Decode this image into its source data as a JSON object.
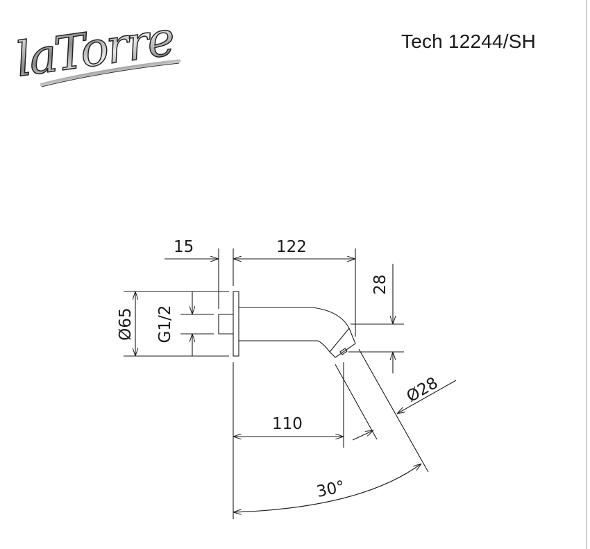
{
  "logo": {
    "text": "laTorre"
  },
  "header": {
    "model": "Tech 12244/SH"
  },
  "dimensions": {
    "thread_depth": "15",
    "projection": "122",
    "outlet_drop": "28",
    "plate_diameter": "Ø65",
    "thread": "G1/2",
    "outlet_reach": "110",
    "outlet_diameter": "Ø28",
    "angle": "30°"
  },
  "colors": {
    "line": "#1a1a1a"
  }
}
